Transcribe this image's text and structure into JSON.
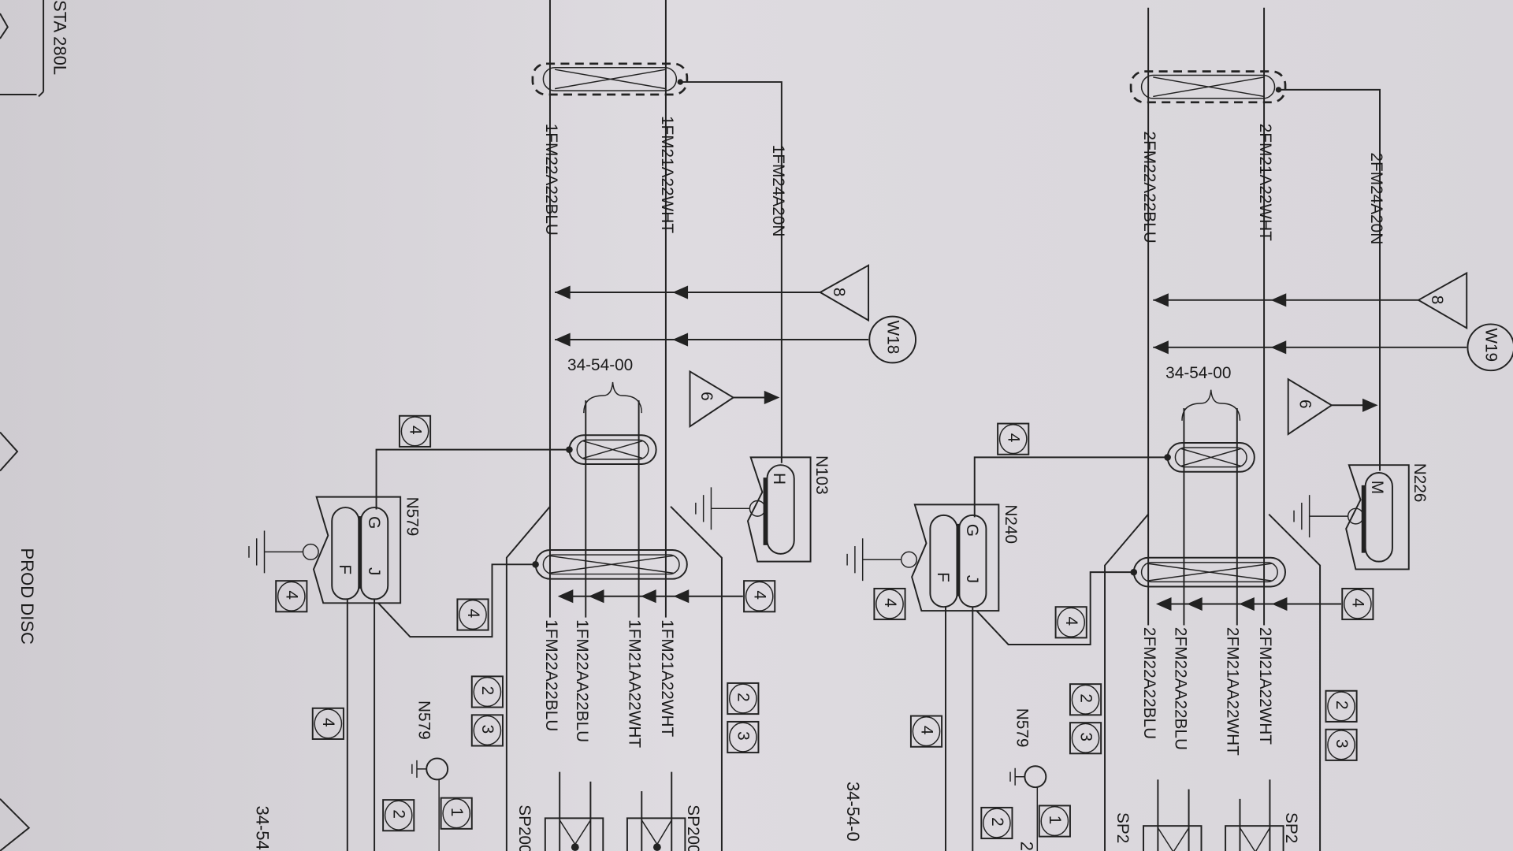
{
  "page": {
    "sta_label": "STA 280L",
    "prod_disc_label": "PROD DISC",
    "ref_label_mid": "34-54-0",
    "truncated_digit": "2"
  },
  "sections": [
    {
      "top_wires": [
        "1FM22A22BLU",
        "1FM21A22WHT",
        "1FM24A20N"
      ],
      "bottom_wires": [
        "1FM22A22BLU",
        "1FM22AA22BLU",
        "1FM21AA22WHT",
        "1FM21A22WHT"
      ],
      "triangle_8": "8",
      "triangle_6": "6",
      "circle_ref": "W18",
      "brace_ref": "34-54-00",
      "connector_left": {
        "name": "N579",
        "pins": [
          "G",
          "J",
          "F"
        ]
      },
      "connector_right": {
        "name": "N103",
        "pin": "H"
      },
      "ground_ref": "N579",
      "splice_left": "SP200",
      "splice_right": "SP200",
      "notes": {
        "n4": "4",
        "n2": "2",
        "n3": "3",
        "n1": "1"
      },
      "page_ref": "34-54"
    },
    {
      "top_wires": [
        "2FM22A22BLU",
        "2FM21A22WHT",
        "2FM24A20N"
      ],
      "bottom_wires": [
        "2FM22A22BLU",
        "2FM22AA22BLU",
        "2FM21AA22WHT",
        "2FM21A22WHT"
      ],
      "triangle_8": "8",
      "triangle_6": "6",
      "circle_ref": "W19",
      "brace_ref": "34-54-00",
      "connector_left": {
        "name": "N240",
        "pins": [
          "G",
          "J",
          "F"
        ]
      },
      "connector_right": {
        "name": "N226",
        "pin": "M"
      },
      "ground_ref": "N579",
      "splice_left": "SP2",
      "splice_right": "SP2",
      "notes": {
        "n4": "4",
        "n2": "2",
        "n3": "3",
        "n1": "1"
      },
      "page_ref": ""
    }
  ]
}
